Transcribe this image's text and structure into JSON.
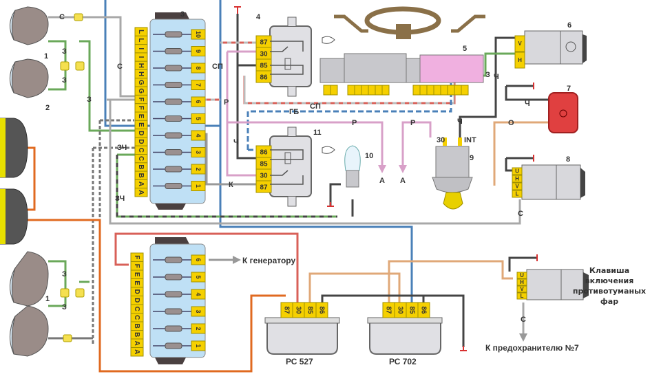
{
  "diagram": {
    "title": "Fog lamp wiring diagram",
    "colors": {
      "fuse_block_fill": "#bfe0f5",
      "connector_yellow": "#f5d000",
      "wire_green": "#6aa85a",
      "wire_gray": "#a8a8a8",
      "wire_black": "#444444",
      "wire_pink": "#d8a0c8",
      "wire_orange": "#e06a20",
      "wire_red": "#d86058",
      "wire_tan": "#e0a878",
      "wire_blue": "#4a80b8",
      "frame_blue": "#4a80b8",
      "relay_body": "#e0e0e4",
      "switch_pink": "#f0b0e0",
      "lamp_red": "#e04040",
      "ground_red": "#d83030"
    },
    "components": [
      {
        "id": "1",
        "name": "headlamp-1-top"
      },
      {
        "id": "2",
        "name": "headlamp-2"
      },
      {
        "id": "3",
        "name": "fuse-block-main"
      },
      {
        "id": "4",
        "name": "relay-4"
      },
      {
        "id": "5",
        "name": "column-switch"
      },
      {
        "id": "6",
        "name": "light-switch"
      },
      {
        "id": "7",
        "name": "indicator-lamp"
      },
      {
        "id": "8",
        "name": "fog-switch-8"
      },
      {
        "id": "9",
        "name": "ignition-switch"
      },
      {
        "id": "10",
        "name": "bulb"
      },
      {
        "id": "11",
        "name": "relay-11"
      }
    ],
    "fuse_block_main": {
      "number": "3",
      "left_pins": [
        "L",
        "L",
        "I",
        "I",
        "H",
        "H",
        "G",
        "G",
        "F",
        "F",
        "E",
        "E",
        "D",
        "D",
        "C",
        "C",
        "B",
        "B",
        "A",
        "A"
      ],
      "fuses": [
        "10",
        "9",
        "8",
        "7",
        "6",
        "5",
        "4",
        "3",
        "2",
        "1"
      ]
    },
    "fuse_block_extra": {
      "left_pins": [
        "F",
        "F",
        "E",
        "E",
        "D",
        "D",
        "C",
        "C",
        "B",
        "B",
        "A",
        "A"
      ],
      "fuses": [
        "6",
        "5",
        "4",
        "3",
        "2",
        "1"
      ],
      "arrow_label": "К генератору"
    },
    "relay4": {
      "number": "4",
      "pins": [
        "87",
        "30",
        "85",
        "86"
      ]
    },
    "relay11": {
      "number": "11",
      "pins": [
        "86",
        "85",
        "30",
        "87"
      ]
    },
    "relay_rc527": {
      "name": "РС 527",
      "pins": [
        "87",
        "30",
        "85",
        "86"
      ]
    },
    "relay_rc702": {
      "name": "РС 702",
      "pins": [
        "87",
        "30",
        "85",
        "86"
      ]
    },
    "switch6": {
      "number": "6",
      "pins": [
        "V",
        "H"
      ]
    },
    "switch8": {
      "number": "8",
      "pins": [
        "U",
        "H",
        "V",
        "L"
      ]
    },
    "switch_fog": {
      "pins": [
        "U",
        "H",
        "V",
        "L"
      ],
      "caption": [
        "Клавиша",
        "включения",
        "противотуманых",
        "фар"
      ]
    },
    "ignition": {
      "number": "9",
      "pin_left": "30",
      "pin_right": "INT"
    },
    "lamp7": {
      "number": "7"
    },
    "bulb10": {
      "number": "10"
    },
    "column_switch": {
      "number": "5"
    },
    "headlamp_labels": {
      "top1": "1",
      "top2": "2",
      "bottom1": "1"
    },
    "wire_labels": {
      "c_top": "С",
      "c_vert": "С",
      "z1": "З",
      "z2": "З",
      "z3": "З",
      "z4": "З",
      "z5": "З",
      "z6": "З",
      "zch1": "ЗЧ",
      "zch2": "ЗЧ",
      "sp1": "СП",
      "sp2": "СП",
      "p1": "Р",
      "p2": "Р",
      "p3": "Р",
      "p4": "Р",
      "gb": "ГБ",
      "ch1": "Ч",
      "ch2": "Ч",
      "ch3": "Ч",
      "ch4": "Ч",
      "o": "О",
      "k": "К",
      "c8": "С",
      "c_fog": "С",
      "a1": "А",
      "a2": "А"
    },
    "bottom_arrow_label": "К предохранителю №7"
  }
}
